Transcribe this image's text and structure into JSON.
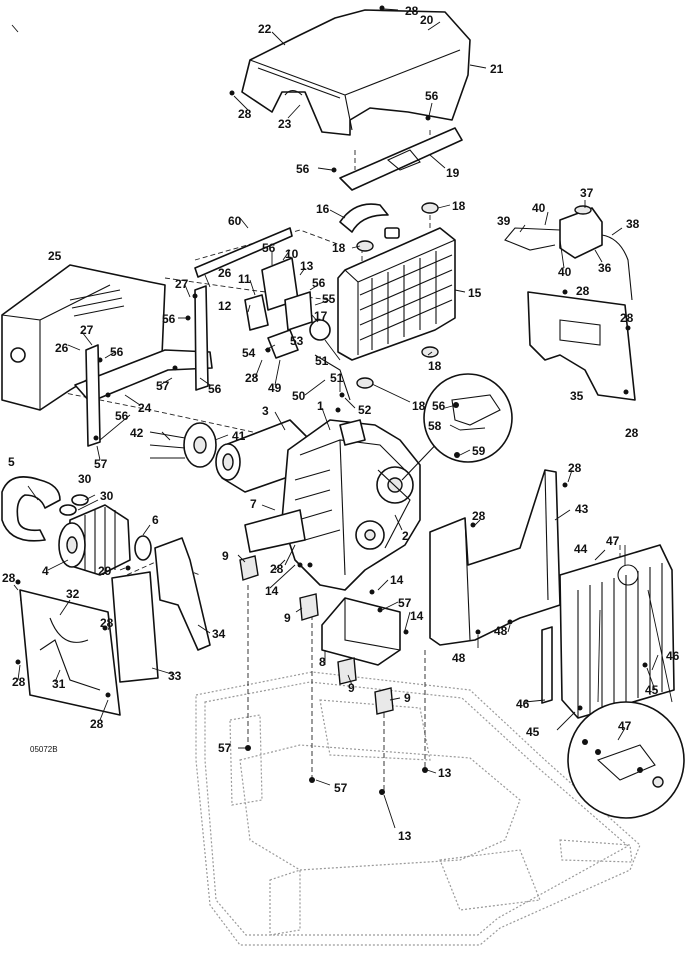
{
  "drawing_code": "05072B",
  "callouts": [
    "1",
    "2",
    "3",
    "4",
    "5",
    "6",
    "7",
    "8",
    "9",
    "10",
    "11",
    "12",
    "13",
    "14",
    "15",
    "16",
    "17",
    "18",
    "19",
    "20",
    "21",
    "22",
    "23",
    "24",
    "25",
    "26",
    "27",
    "28",
    "29",
    "30",
    "31",
    "32",
    "33",
    "34",
    "35",
    "36",
    "37",
    "38",
    "39",
    "40",
    "41",
    "42",
    "43",
    "44",
    "45",
    "46",
    "47",
    "48",
    "49",
    "50",
    "51",
    "52",
    "53",
    "54",
    "55",
    "56",
    "57",
    "58",
    "59",
    "60"
  ]
}
